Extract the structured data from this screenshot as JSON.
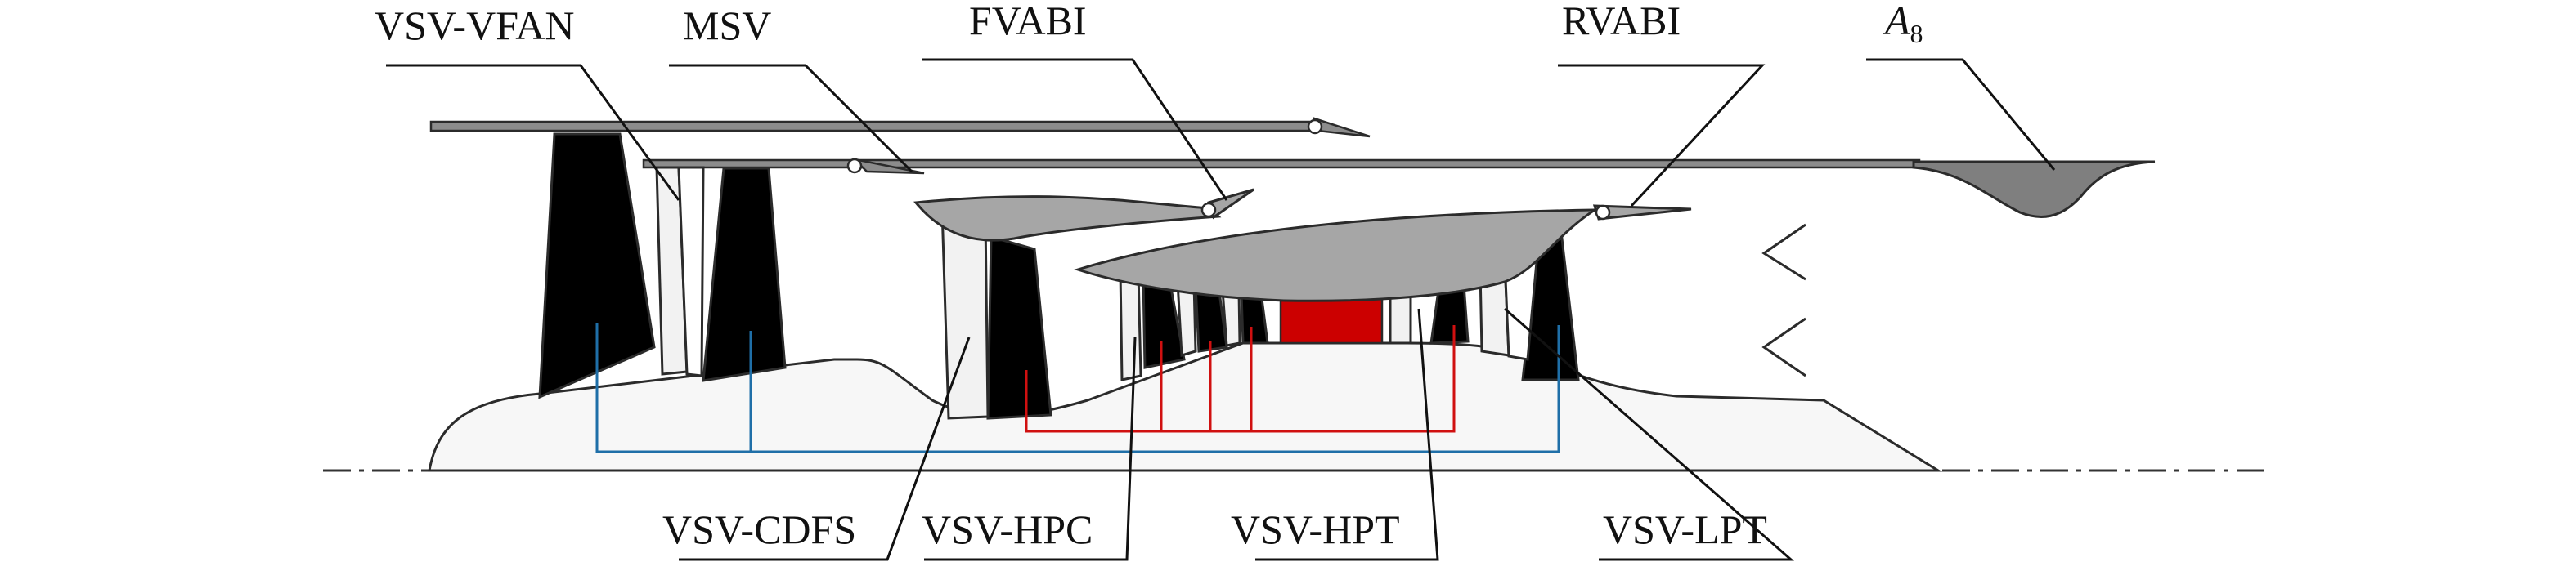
{
  "labels": {
    "vsv_vfan": "VSV-VFAN",
    "msv": "MSV",
    "fvabi": "FVABI",
    "rvabi": "RVABI",
    "a8_main": "A",
    "a8_sub": "8",
    "vsv_cdfs": "VSV-CDFS",
    "vsv_hpc": "VSV-HPC",
    "vsv_hpt": "VSV-HPT",
    "vsv_lpt": "VSV-LPT"
  },
  "colors": {
    "outline": "#2b2b2b",
    "blade_black": "#000000",
    "stator_fill": "#f2f2f2",
    "hub_fill": "#f7f7f7",
    "duct_grey": "#8c8c8c",
    "splitter_grey": "#a6a6a6",
    "nozzle_grey": "#7f7f7f",
    "combustor_red": "#cc0000",
    "low_spool_blue": "#1f6fa8",
    "high_spool_red": "#d01010"
  }
}
